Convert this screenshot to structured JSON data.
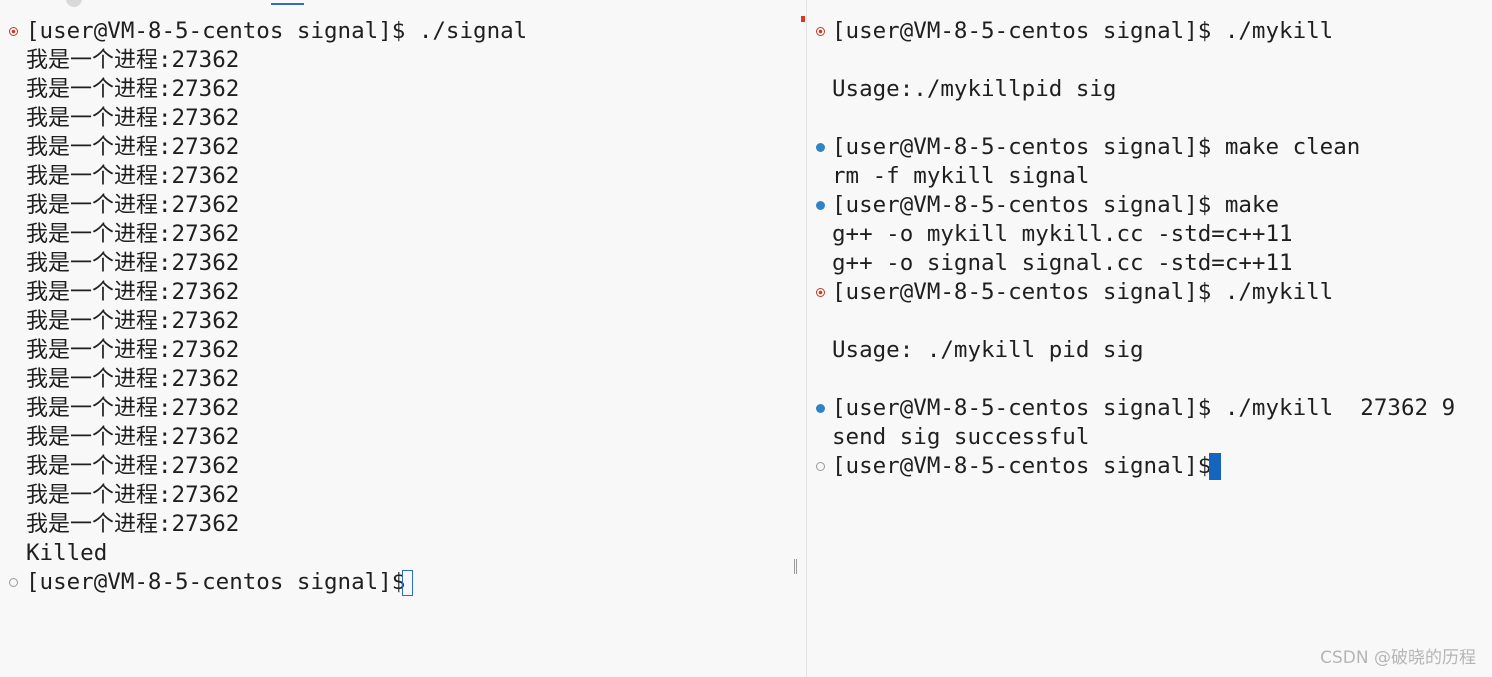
{
  "left_terminal": {
    "command_prompt": "[user@VM-8-5-centos signal]$ ./signal",
    "output_lines": [
      {
        "label": "我是一个进程",
        "value": ":27362"
      },
      {
        "label": "我是一个进程",
        "value": ":27362"
      },
      {
        "label": "我是一个进程",
        "value": ":27362"
      },
      {
        "label": "我是一个进程",
        "value": ":27362"
      },
      {
        "label": "我是一个进程",
        "value": ":27362"
      },
      {
        "label": "我是一个进程",
        "value": ":27362"
      },
      {
        "label": "我是一个进程",
        "value": ":27362"
      },
      {
        "label": "我是一个进程",
        "value": ":27362"
      },
      {
        "label": "我是一个进程",
        "value": ":27362"
      },
      {
        "label": "我是一个进程",
        "value": ":27362"
      },
      {
        "label": "我是一个进程",
        "value": ":27362"
      },
      {
        "label": "我是一个进程",
        "value": ":27362"
      },
      {
        "label": "我是一个进程",
        "value": ":27362"
      },
      {
        "label": "我是一个进程",
        "value": ":27362"
      },
      {
        "label": "我是一个进程",
        "value": ":27362"
      },
      {
        "label": "我是一个进程",
        "value": ":27362"
      },
      {
        "label": "我是一个进程",
        "value": ":27362"
      }
    ],
    "killed_message": "Killed",
    "final_prompt": "[user@VM-8-5-centos signal]$ "
  },
  "right_terminal": {
    "lines": [
      "[user@VM-8-5-centos signal]$ ./mykill",
      "",
      "Usage:./mykillpid sig",
      "",
      "[user@VM-8-5-centos signal]$ make clean",
      "rm -f mykill signal",
      "[user@VM-8-5-centos signal]$ make",
      "g++ -o mykill mykill.cc -std=c++11",
      "g++ -o signal signal.cc -std=c++11",
      "[user@VM-8-5-centos signal]$ ./mykill",
      "",
      "Usage: ./mykill pid sig",
      "",
      "[user@VM-8-5-centos signal]$ ./mykill  27362 9",
      "send sig successful",
      "[user@VM-8-5-centos signal]$ "
    ]
  },
  "decorations": {
    "left": [
      {
        "line": 0,
        "status": "error"
      },
      {
        "line": 19,
        "status": "pending"
      }
    ],
    "right": [
      {
        "line": 0,
        "status": "error"
      },
      {
        "line": 4,
        "status": "success"
      },
      {
        "line": 6,
        "status": "success"
      },
      {
        "line": 9,
        "status": "error"
      },
      {
        "line": 13,
        "status": "success"
      },
      {
        "line": 15,
        "status": "pending"
      }
    ]
  },
  "watermark": "CSDN @破晓的历程",
  "colors": {
    "background": "#f8f8f8",
    "text": "#1f1f1f",
    "error_decoration": "#c5392b",
    "success_decoration": "#2e84c6",
    "pending_decoration": "#9a9a9a",
    "cursor_active": "#1565c0",
    "cursor_inactive_outline": "#2b6ec2"
  },
  "icons": {
    "error_decoration": "error-circle-icon",
    "success_decoration": "success-dot-icon",
    "pending_decoration": "pending-circle-icon"
  }
}
